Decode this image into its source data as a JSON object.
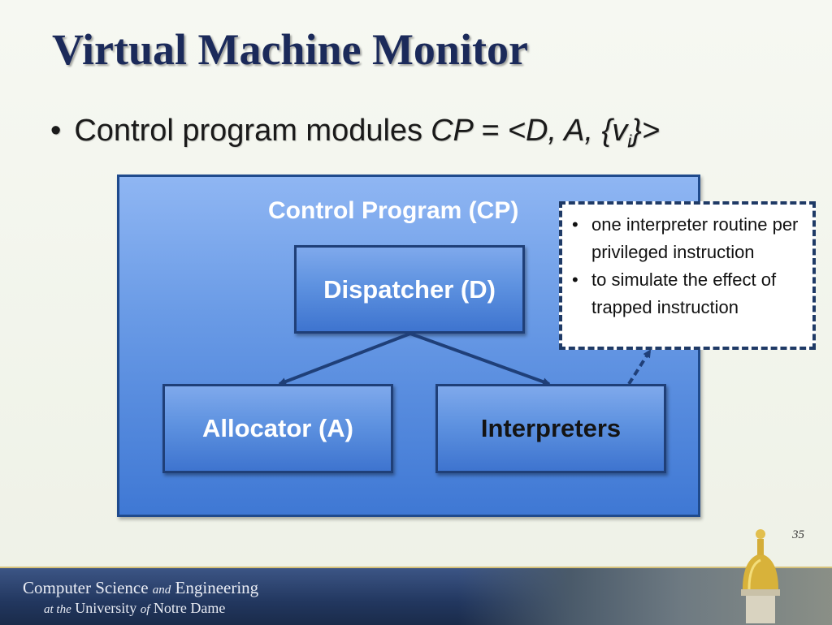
{
  "slide": {
    "title": "Virtual Machine Monitor",
    "bullet_text": "Control program modules",
    "bullet_math": "CP = <D, A, {v",
    "bullet_math_sub": "i",
    "bullet_math_end": "}>",
    "page_number": "35"
  },
  "diagram": {
    "container_label": "Control Program (CP)",
    "dispatcher_label": "Dispatcher (D)",
    "allocator_label": "Allocator (A)",
    "interpreters_label": "Interpreters"
  },
  "note": {
    "items": [
      "one interpreter routine per privileged instruction",
      "to simulate the effect of trapped instruction"
    ]
  },
  "footer": {
    "line1_a": "Computer Science",
    "line1_and": "and",
    "line1_b": "Engineering",
    "line2_at": "at the",
    "line2_univ": "University",
    "line2_of": "of",
    "line2_nd": "Notre Dame"
  },
  "colors": {
    "title": "#1b2a5a",
    "cp_box": "#4a82d8",
    "module_border": "#1f3f78",
    "arrow": "#1f3f78",
    "footer": "#22375f"
  }
}
